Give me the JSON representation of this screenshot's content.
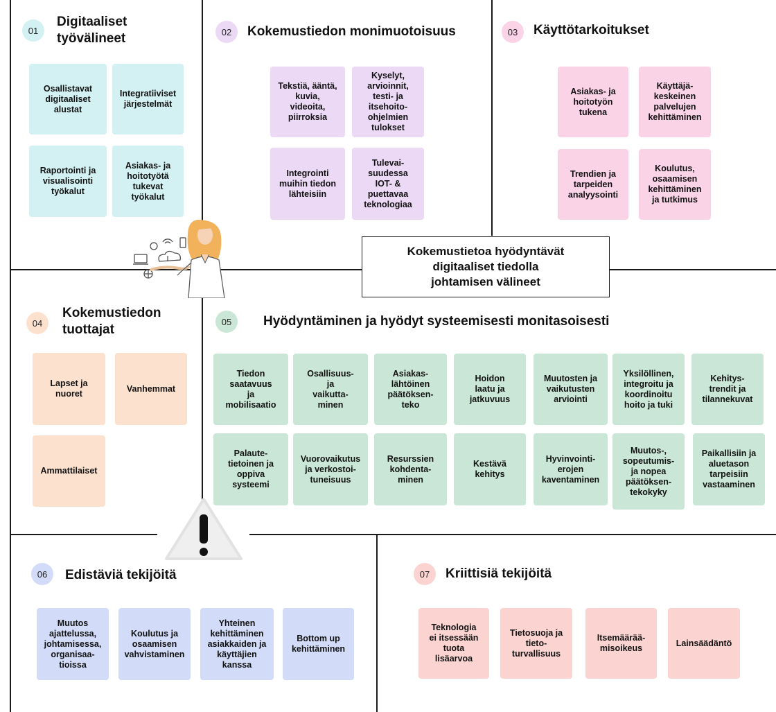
{
  "callout": "Kokemustietoa hyödyntävät\ndigitaaliset tiedolla\njohtamisen välineet",
  "sections": [
    {
      "id": "s1",
      "number": "01",
      "title": "Digitaaliset\ntyövälineet",
      "badge_color": "#d3f1f2",
      "cards": [
        "Osallistavat\ndigitaaliset\nalustat",
        "Integratiiviset\njärjestelmät",
        "Raportointi ja\nvisualisointi\ntyökalut",
        "Asiakas- ja\nhoitotyötä\ntukevat\ntyökalut"
      ]
    },
    {
      "id": "s2",
      "number": "02",
      "title": "Kokemustiedon monimuotoisuus",
      "badge_color": "#ecd9f6",
      "cards": [
        "Tekstiä, ääntä,\nkuvia,\nvideoita,\npiirroksia",
        "Kyselyt,\narvioinnit,\ntesti- ja\nitsehoito-\nohjelmien\ntulokset",
        "Integrointi\nmuihin tiedon\nlähteisiin",
        "Tulevai-\nsuudessa\nIOT- &\npuettavaa\nteknologiaa"
      ]
    },
    {
      "id": "s3",
      "number": "03",
      "title": "Käyttötarkoitukset",
      "badge_color": "#fbd3e6",
      "cards": [
        "Asiakas- ja\nhoitotyön\ntukena",
        "Käyttäjä-\nkeskeinen\npalvelujen\nkehittäminen",
        "Trendien ja\ntarpeiden\nanalyysointi",
        "Koulutus,\nosaamisen\nkehittäminen\nja tutkimus"
      ]
    },
    {
      "id": "s4",
      "number": "04",
      "title": "Kokemustiedon\ntuottajat",
      "badge_color": "#fde1cf",
      "cards": [
        "Lapset ja\nnuoret",
        "Vanhemmat",
        "Ammattilaiset"
      ]
    },
    {
      "id": "s5",
      "number": "05",
      "title": "Hyödyntäminen ja hyödyt systeemisesti monitasoisesti",
      "badge_color": "#c9e6d6",
      "cards": [
        "Tiedon\nsaatavuus\nja\nmobilisaatio",
        "Osallisuus-\nja\nvaikutta-\nminen",
        "Asiakas-\nlähtöinen\npäätöksen-\nteko",
        "Hoidon\nlaatu ja\njatkuvuus",
        "Muutosten ja\nvaikutusten\narviointi",
        "Yksilöllinen,\nintegroitu ja\nkoordinoitu\nhoito ja tuki",
        "Kehitys-\ntrendit ja\ntilannekuvat",
        "Palaute-\ntietoinen ja\noppiva\nsysteemi",
        "Vuorovaikutus\nja verkostoi-\ntuneisuus",
        "Resurssien\nkohdenta-\nminen",
        "Kestävä\nkehitys",
        "Hyvinvointi-\nerojen\nkaventaminen",
        "Muutos-,\nsopeutumis-\nja nopea\npäätöksen-\ntekokyky",
        "Paikallisiin ja\naluetason\ntarpeisiin\nvastaaminen"
      ]
    },
    {
      "id": "s6",
      "number": "06",
      "title": "Edistäviä tekijöitä",
      "badge_color": "#d2dcf9",
      "cards": [
        "Muutos\najattelussa,\njohtamisessa,\norganisaa-\ntioissa",
        "Koulutus ja\nosaamisen\nvahvistaminen",
        "Yhteinen\nkehittäminen\nasiakkaiden ja\nkäyttäjien\nkanssa",
        "Bottom up\nkehittäminen"
      ]
    },
    {
      "id": "s7",
      "number": "07",
      "title": "Kriittisiä tekijöitä",
      "badge_color": "#fbd4d2",
      "cards": [
        "Teknologia\nei itsessään\ntuota\nlisäarvoa",
        "Tietosuoja ja\ntieto-\nturvallisuus",
        "Itsemäärää-\nmisoikeus",
        "Lainsäädäntö"
      ]
    }
  ],
  "icons": {
    "warning": "warning-icon",
    "person": "woman-presenting-illustration"
  }
}
